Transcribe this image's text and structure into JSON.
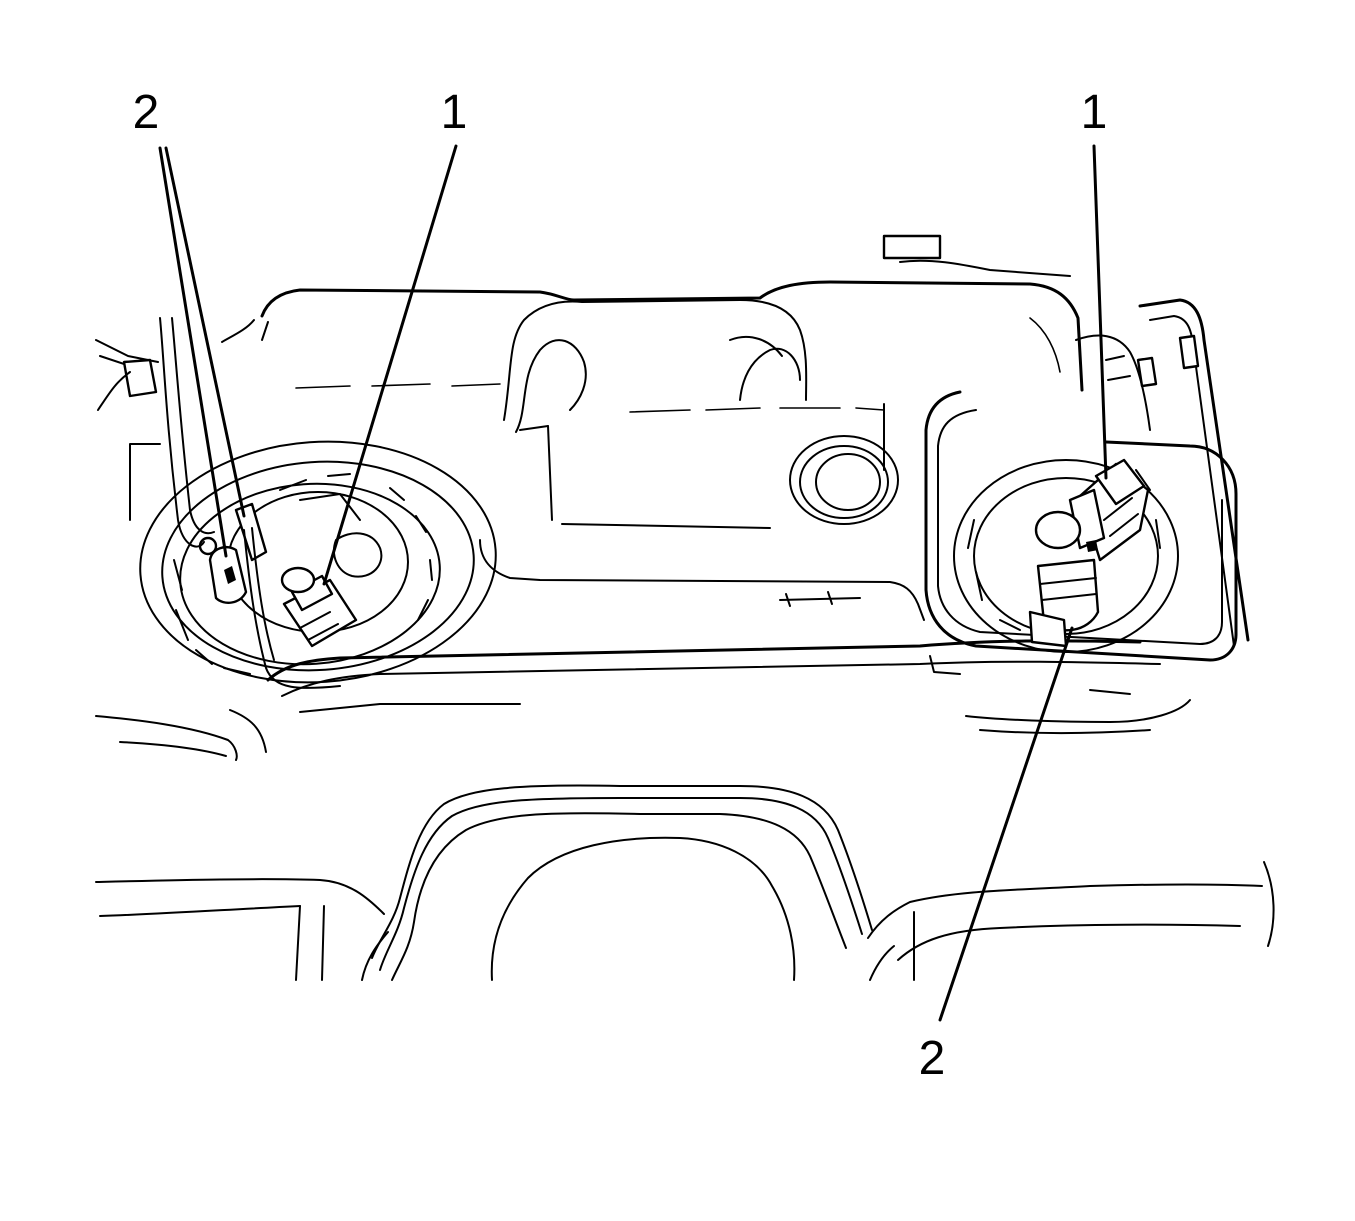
{
  "diagram": {
    "callouts": [
      {
        "id": "left-1",
        "label": "1"
      },
      {
        "id": "left-2",
        "label": "2"
      },
      {
        "id": "right-1",
        "label": "1"
      },
      {
        "id": "right-2",
        "label": "2"
      }
    ]
  }
}
